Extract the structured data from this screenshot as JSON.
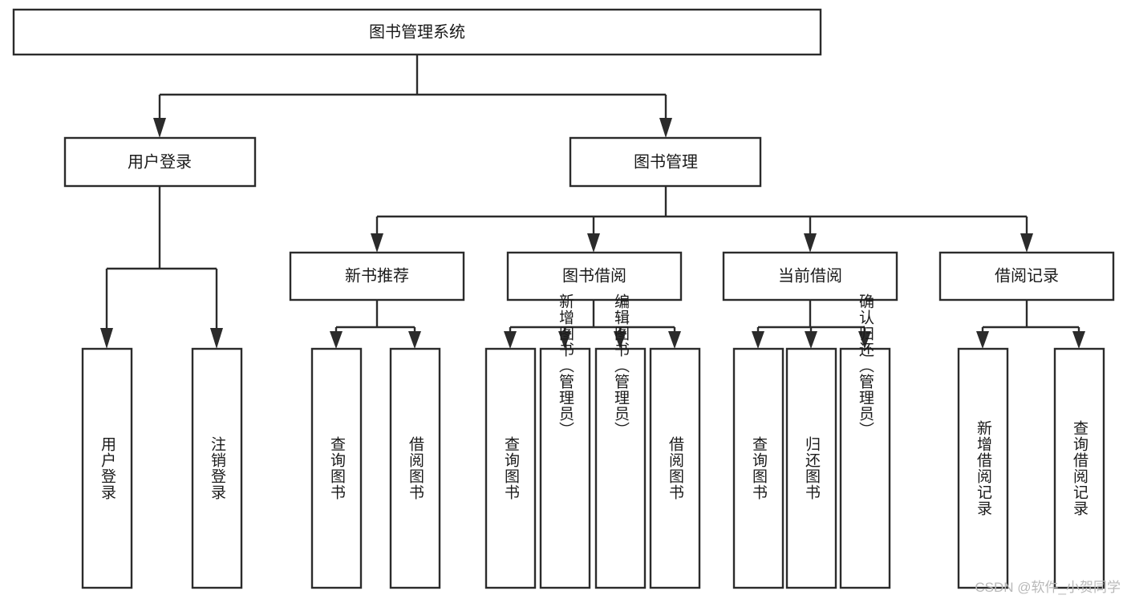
{
  "diagram": {
    "title": "图书管理系统",
    "type": "tree-hierarchy",
    "colors": {
      "stroke": "#2b2b2b",
      "fill": "#ffffff",
      "text": "#1a1a1a",
      "watermark": "#b9b9b9"
    },
    "watermark": "CSDN @软件_小贺同学",
    "nodes": {
      "root": {
        "label": "图书管理系统",
        "level": 1,
        "orientation": "horizontal"
      },
      "user_login": {
        "label": "用户登录",
        "level": 2,
        "orientation": "horizontal"
      },
      "book_manage": {
        "label": "图书管理",
        "level": 2,
        "orientation": "horizontal"
      },
      "new_book_rec": {
        "label": "新书推荐",
        "level": 3,
        "orientation": "horizontal"
      },
      "book_borrow": {
        "label": "图书借阅",
        "level": 3,
        "orientation": "horizontal"
      },
      "current_borrow": {
        "label": "当前借阅",
        "level": 3,
        "orientation": "horizontal"
      },
      "borrow_record": {
        "label": "借阅记录",
        "level": 3,
        "orientation": "horizontal"
      },
      "leaf_user_login": {
        "label": "用户登录",
        "level": 4,
        "orientation": "vertical"
      },
      "leaf_logout": {
        "label": "注销登录",
        "level": 4,
        "orientation": "vertical"
      },
      "leaf_query_book_1": {
        "label": "查询图书",
        "level": 4,
        "orientation": "vertical"
      },
      "leaf_borrow_book_1": {
        "label": "借阅图书",
        "level": 4,
        "orientation": "vertical"
      },
      "leaf_query_book_2": {
        "label": "查询图书",
        "level": 4,
        "orientation": "vertical"
      },
      "leaf_add_book": {
        "label": "新增图书（管理员）",
        "level": 4,
        "orientation": "vertical"
      },
      "leaf_edit_book": {
        "label": "编辑图书（管理员）",
        "level": 4,
        "orientation": "vertical"
      },
      "leaf_borrow_book_2": {
        "label": "借阅图书",
        "level": 4,
        "orientation": "vertical"
      },
      "leaf_query_book_3": {
        "label": "查询图书",
        "level": 4,
        "orientation": "vertical"
      },
      "leaf_return_book": {
        "label": "归还图书",
        "level": 4,
        "orientation": "vertical"
      },
      "leaf_confirm_return": {
        "label": "确认归还（管理员）",
        "level": 4,
        "orientation": "vertical"
      },
      "leaf_add_record": {
        "label": "新增借阅记录",
        "level": 4,
        "orientation": "vertical"
      },
      "leaf_query_record": {
        "label": "查询借阅记录",
        "level": 4,
        "orientation": "vertical"
      }
    },
    "edges": [
      {
        "from": "root",
        "to": "user_login"
      },
      {
        "from": "root",
        "to": "book_manage"
      },
      {
        "from": "user_login",
        "to": "leaf_user_login"
      },
      {
        "from": "user_login",
        "to": "leaf_logout"
      },
      {
        "from": "book_manage",
        "to": "new_book_rec"
      },
      {
        "from": "book_manage",
        "to": "book_borrow"
      },
      {
        "from": "book_manage",
        "to": "current_borrow"
      },
      {
        "from": "book_manage",
        "to": "borrow_record"
      },
      {
        "from": "new_book_rec",
        "to": "leaf_query_book_1"
      },
      {
        "from": "new_book_rec",
        "to": "leaf_borrow_book_1"
      },
      {
        "from": "book_borrow",
        "to": "leaf_query_book_2"
      },
      {
        "from": "book_borrow",
        "to": "leaf_add_book"
      },
      {
        "from": "book_borrow",
        "to": "leaf_edit_book"
      },
      {
        "from": "book_borrow",
        "to": "leaf_borrow_book_2"
      },
      {
        "from": "current_borrow",
        "to": "leaf_query_book_3"
      },
      {
        "from": "current_borrow",
        "to": "leaf_return_book"
      },
      {
        "from": "current_borrow",
        "to": "leaf_confirm_return"
      },
      {
        "from": "borrow_record",
        "to": "leaf_add_record"
      },
      {
        "from": "borrow_record",
        "to": "leaf_query_record"
      }
    ]
  }
}
